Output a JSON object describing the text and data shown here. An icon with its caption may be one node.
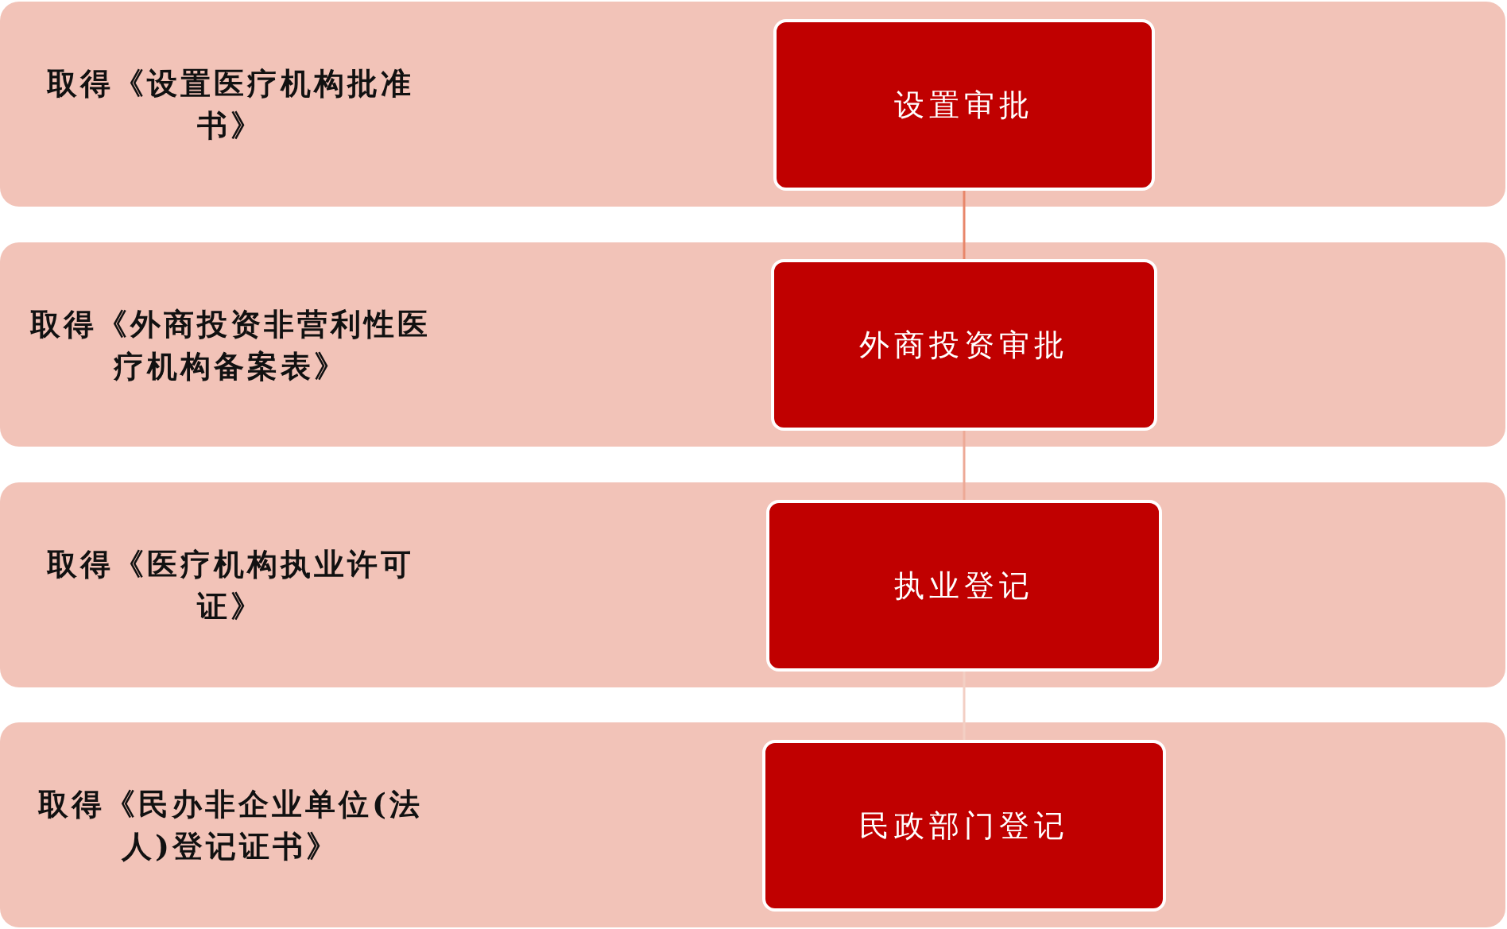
{
  "diagram": {
    "nodes": [
      {
        "text": [
          "取得《设置医疗机构批准书》"
        ]
      },
      {
        "text": [
          "设置审批"
        ],
        "in": 0
      },
      {
        "text": [
          "取得《外商投资非营利性医疗机构备案表》"
        ]
      },
      {
        "text": [
          "外商投资审批"
        ],
        "in": 2
      },
      {
        "text": [
          "取得《医疗机构执业许可证》"
        ]
      },
      {
        "text": [
          "执业登记"
        ],
        "in": 4
      },
      {
        "text": [
          "取得《民办非企业单位(法人)登记证书》"
        ]
      },
      {
        "text": [
          "民政部门登记"
        ],
        "in": 6
      }
    ],
    "edges": [
      {
        "from": 1,
        "to": 3,
        "arrow": "none",
        "color": "#e8866a"
      },
      {
        "from": 3,
        "to": 5,
        "arrow": "none",
        "color": "#eda996"
      },
      {
        "from": 5,
        "to": 7,
        "arrow": "none",
        "color": "#f3cfc4"
      }
    ]
  }
}
